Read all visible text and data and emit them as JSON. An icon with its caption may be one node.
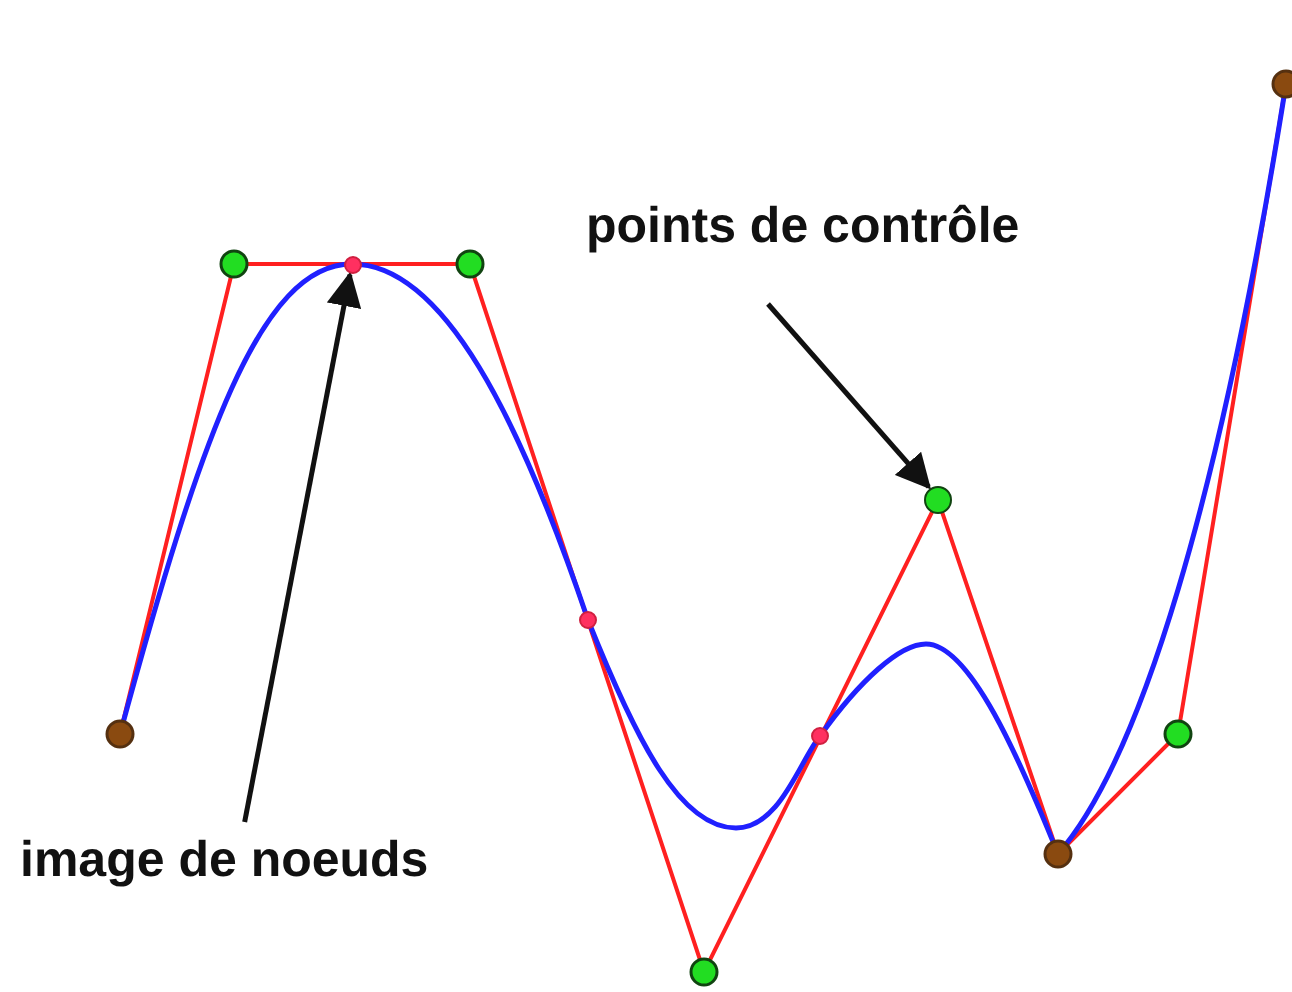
{
  "diagram": {
    "nodes": [
      {
        "text": [
          "points de contrôle"
        ]
      },
      {
        "text": [],
        "shape": "circle"
      },
      {
        "text": [
          "image de noeuds"
        ]
      },
      {
        "text": [],
        "shape": "circle"
      }
    ],
    "edges": [
      {
        "from": 0,
        "to": 1,
        "arrow": "to"
      },
      {
        "from": 2,
        "to": 3,
        "arrow": "to"
      }
    ]
  }
}
